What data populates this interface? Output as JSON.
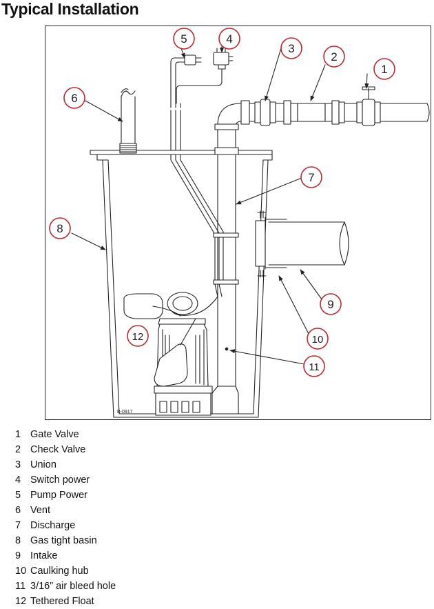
{
  "title": "Typical Installation",
  "drawing_code": "B-0917",
  "colors": {
    "callout": "#c0272d",
    "line": "#222222"
  },
  "callouts": [
    {
      "num": "1",
      "label": "Gate Valve"
    },
    {
      "num": "2",
      "label": "Check Valve"
    },
    {
      "num": "3",
      "label": "Union"
    },
    {
      "num": "4",
      "label": "Switch power"
    },
    {
      "num": "5",
      "label": "Pump Power"
    },
    {
      "num": "6",
      "label": "Vent"
    },
    {
      "num": "7",
      "label": "Discharge"
    },
    {
      "num": "8",
      "label": "Gas tight basin"
    },
    {
      "num": "9",
      "label": "Intake"
    },
    {
      "num": "10",
      "label": "Caulking hub"
    },
    {
      "num": "11",
      "label": "3/16” air bleed hole"
    },
    {
      "num": "12",
      "label": "Tethered Float"
    }
  ]
}
